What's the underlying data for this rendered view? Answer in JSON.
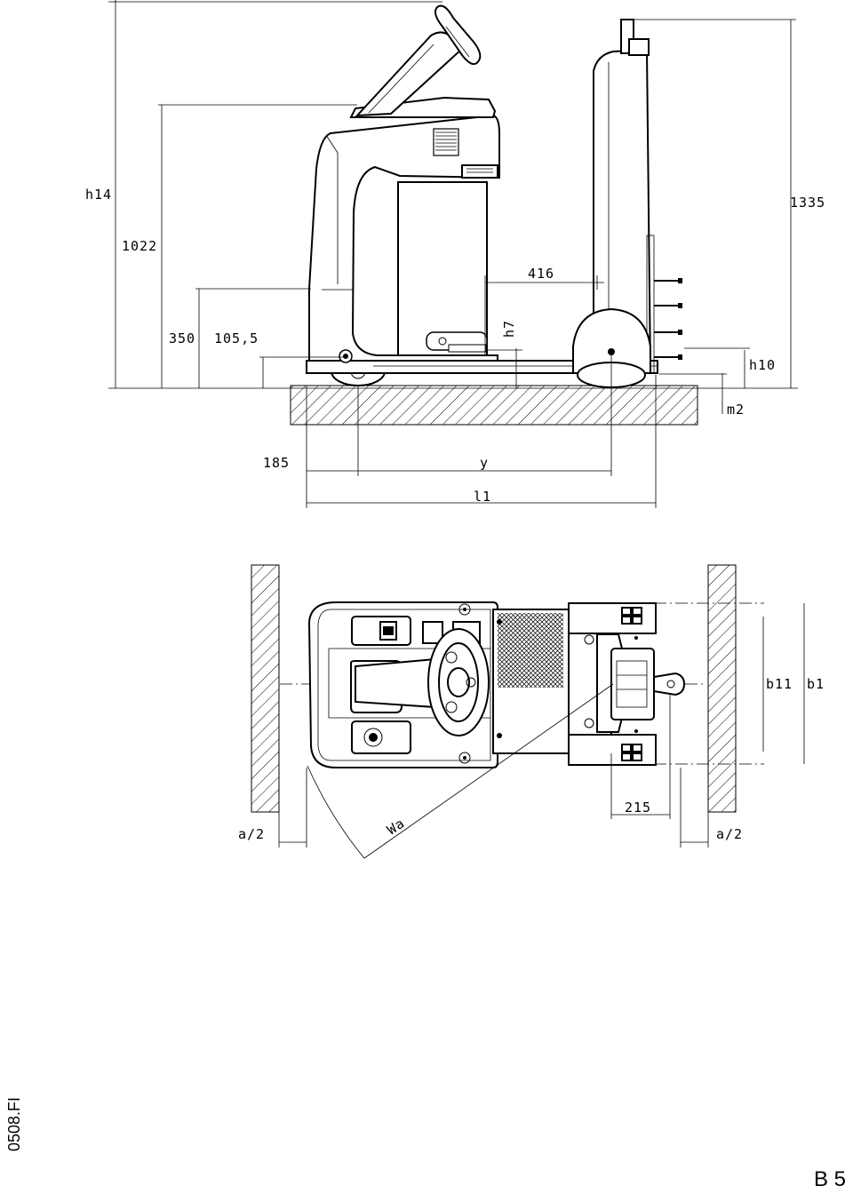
{
  "side_view": {
    "dims": {
      "h14": "h14",
      "d1022": "1022",
      "d350": "350",
      "d105_5": "105,5",
      "h7": "h7",
      "d416": "416",
      "d1335": "1335",
      "h10": "h10",
      "m2": "m2",
      "d185": "185",
      "y": "y",
      "l1": "l1"
    }
  },
  "top_view": {
    "dims": {
      "b11": "b11",
      "b1": "b1",
      "d215": "215",
      "wa": "Wa",
      "a2_left": "a/2",
      "a2_right": "a/2"
    }
  },
  "sheet_code": "0508.FI",
  "page_label": "B 5"
}
